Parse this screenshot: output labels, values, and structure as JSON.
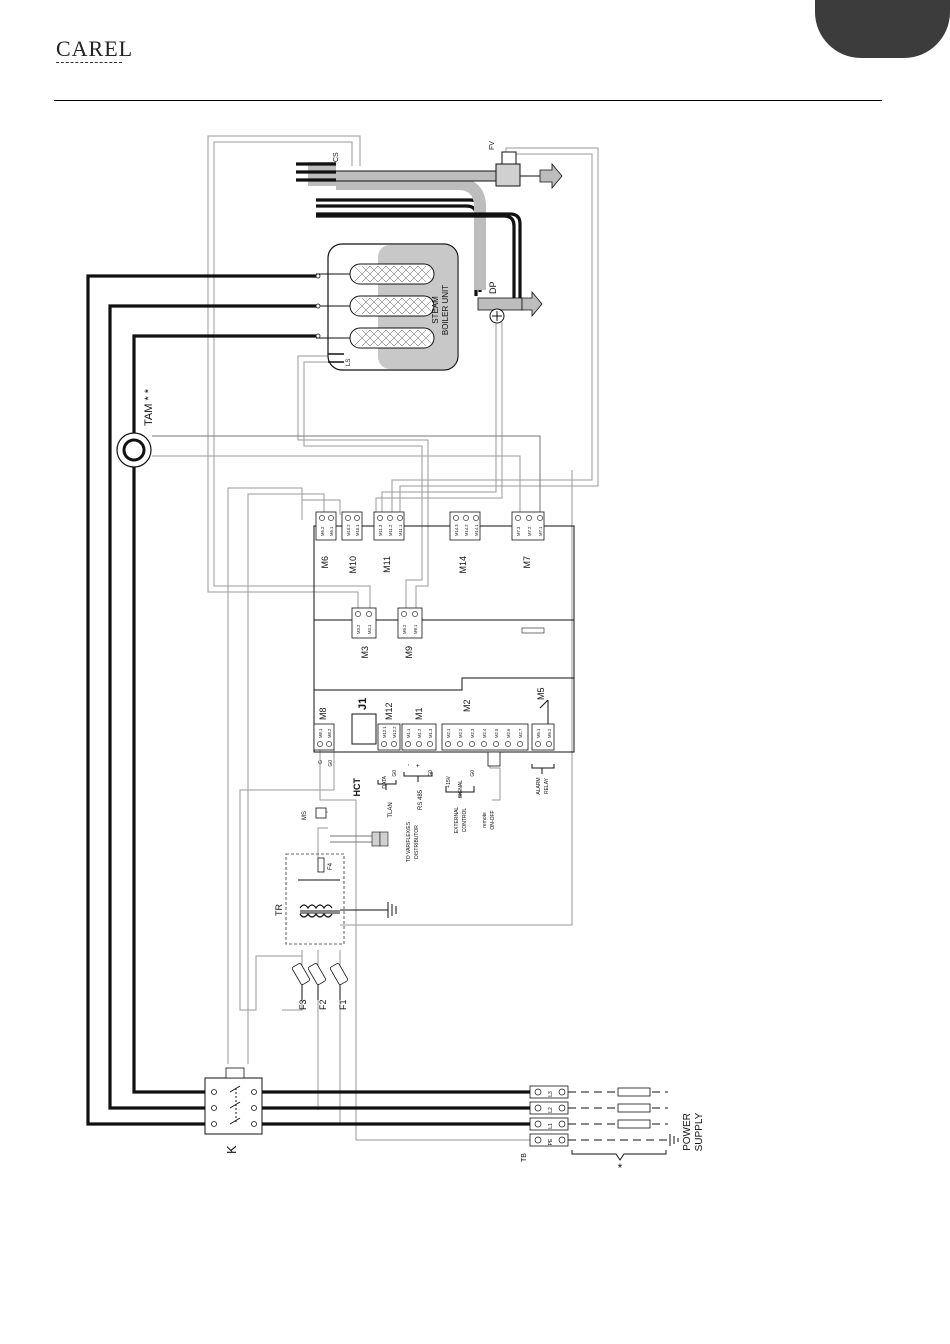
{
  "header": {
    "brand": "CAREL",
    "corner_tab_color": "#3c3c3c"
  },
  "diagram": {
    "labels": {
      "cs": "CS",
      "fv": "FV",
      "dp": "DP",
      "steam_boiler_unit": "STEAM BOILER UNIT",
      "ls": "LS",
      "tam": "TAM * *",
      "ms": "MS",
      "tr": "TR",
      "f4": "F4",
      "f1": "F1",
      "f2": "F2",
      "f3": "F3",
      "k": "K",
      "tb": "TB",
      "power_supply_1": "POWER",
      "power_supply_2": "SUPPLY",
      "star": "*",
      "hct": "HCT",
      "j1": "J1",
      "to_variflex": "TO VARIFLEX/ES",
      "distributor": "DISTRIBUTOR",
      "tlan": "TLAN",
      "rs485": "RS 485",
      "external": "EXTERNAL",
      "control": "CONTROL",
      "remote": "remote",
      "on_off": "ON-OFF",
      "alarm": "ALARM",
      "relay": "RELAY",
      "data": "DATA",
      "g0": "G0",
      "g0_2": "G0",
      "g0_3": "G0",
      "minus": "-",
      "plus": "+",
      "plus15v": "+15V",
      "signal": "SIGNAL",
      "g_small": "G",
      "g0_small": "G0"
    },
    "module_labels": {
      "m6": "M6",
      "m10": "M10",
      "m11": "M11",
      "m14": "M14",
      "m7": "M7",
      "m3": "M3",
      "m9": "M9",
      "m8": "M8",
      "m12": "M12",
      "m1": "M1",
      "m2": "M2",
      "m5": "M5"
    },
    "terminals": {
      "m6": [
        "M6.2",
        "M6.1"
      ],
      "m10": [
        "M10.2",
        "M10.1"
      ],
      "m11": [
        "M11.3",
        "M11.2",
        "M11.1"
      ],
      "m14": [
        "M14.3",
        "M14.2",
        "M14.1"
      ],
      "m7": [
        "M7.3",
        "M7.2",
        "M7.1"
      ],
      "m3": [
        "M3.2",
        "M3.1"
      ],
      "m9": [
        "M9.2",
        "M9.1"
      ],
      "m8": [
        "M8.1",
        "M8.2"
      ],
      "m12": [
        "M12.1",
        "M12.2"
      ],
      "m1": [
        "M1.1",
        "M1.2",
        "M1.3"
      ],
      "m2": [
        "M2.1",
        "M2.2",
        "M2.3",
        "M2.4",
        "M2.5",
        "M2.6",
        "M2.7"
      ],
      "m5": [
        "M5.1",
        "M5.2"
      ],
      "tb": [
        "L3",
        "L2",
        "L1",
        "PE"
      ]
    }
  }
}
